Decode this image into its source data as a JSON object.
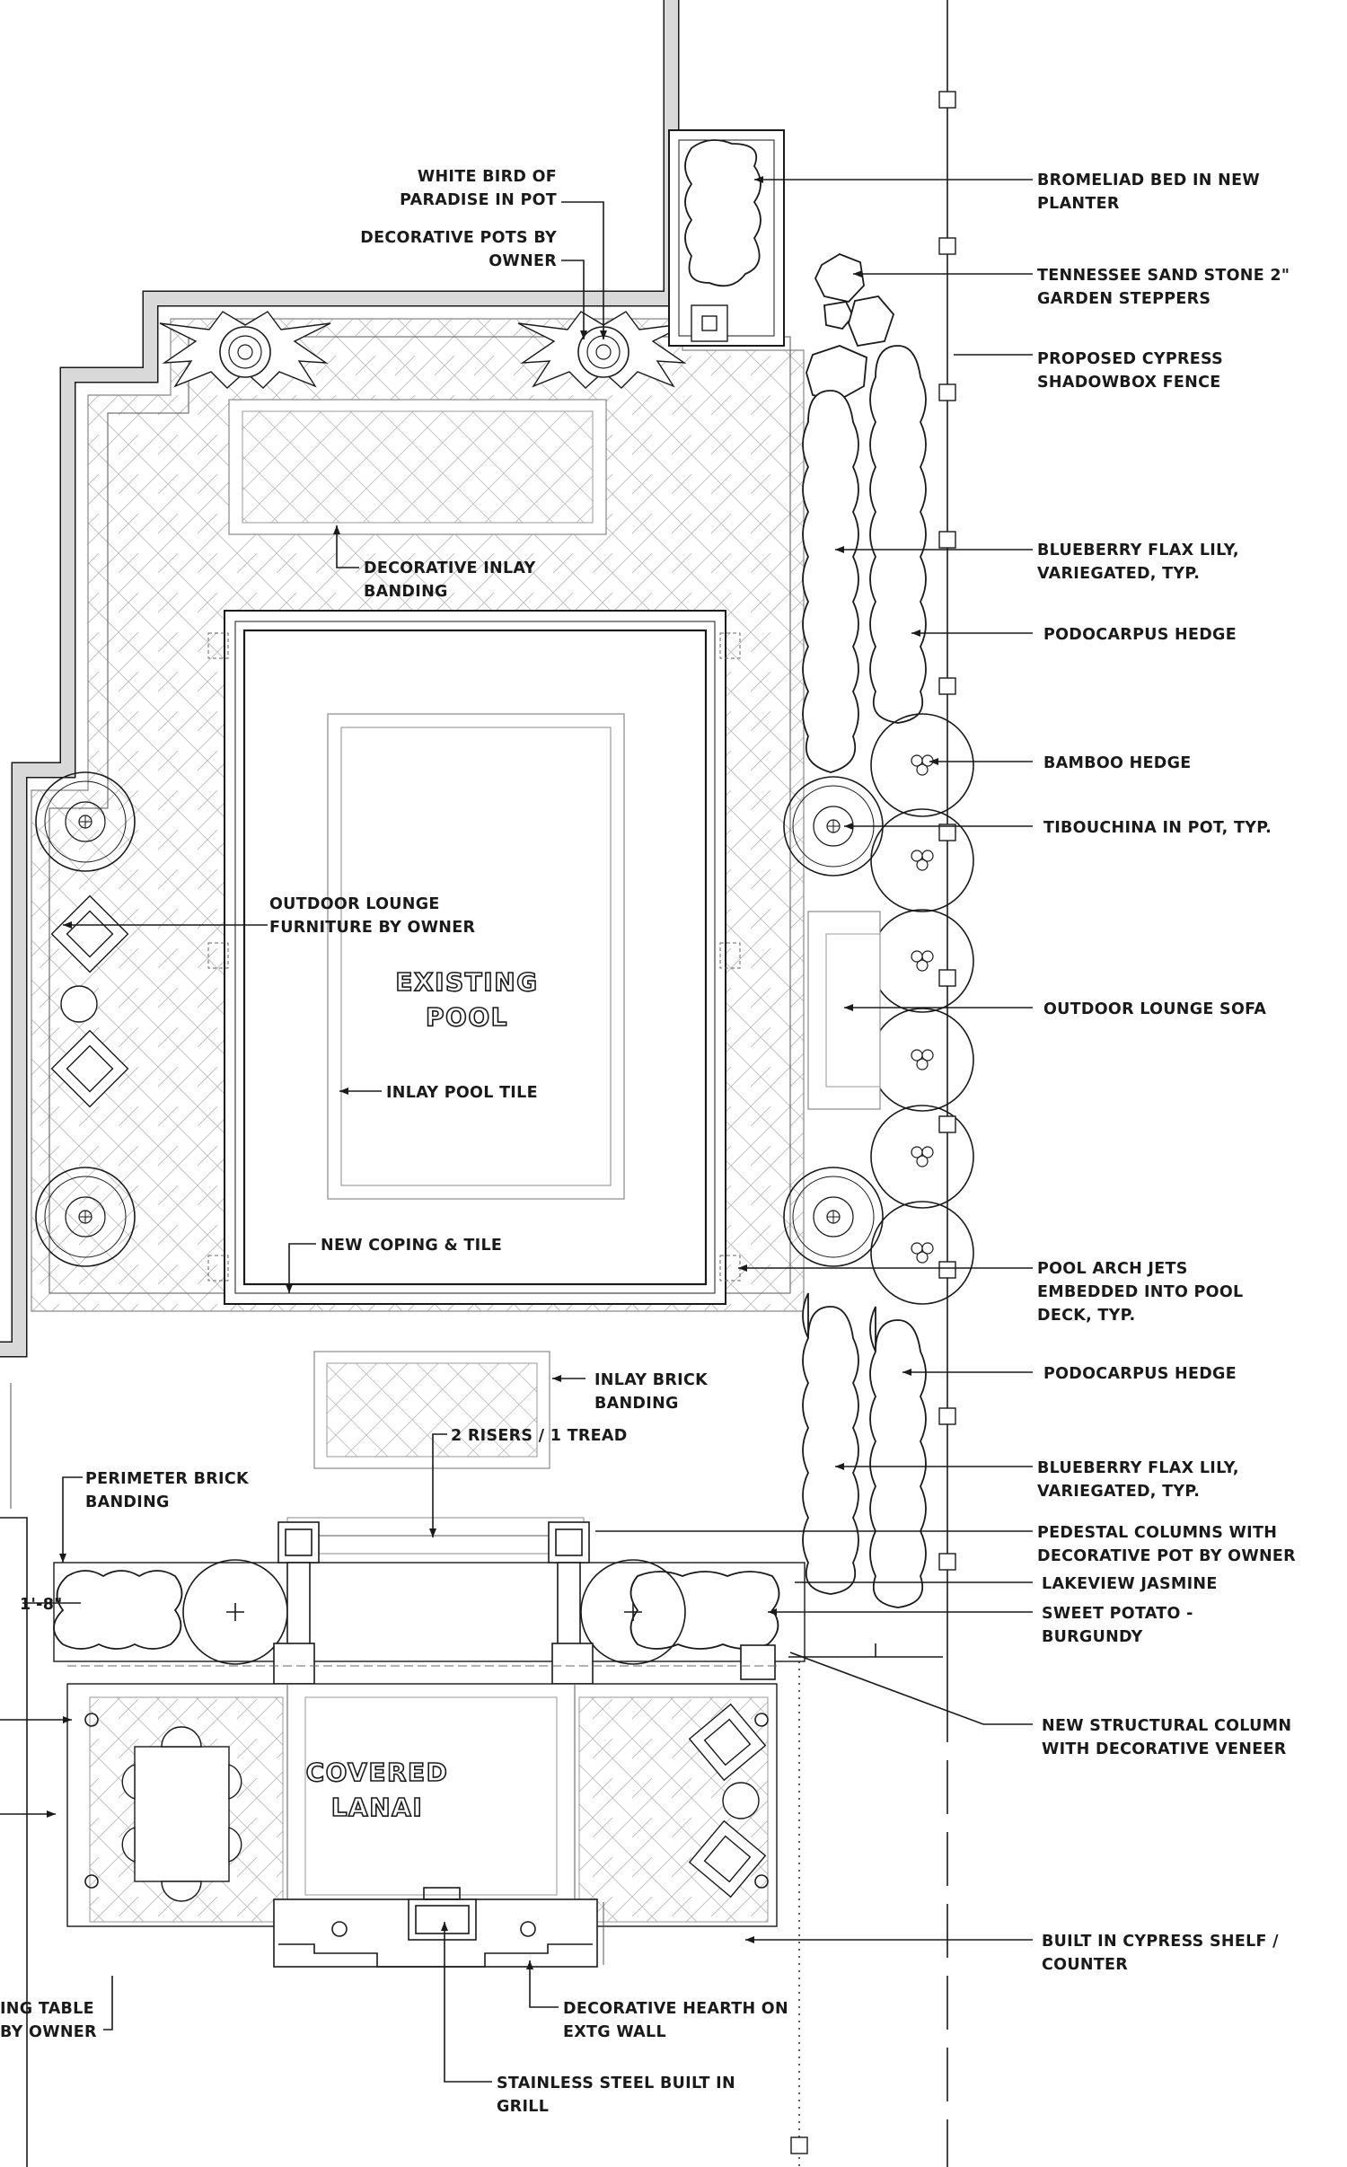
{
  "labels": {
    "bird_of_paradise": [
      "WHITE BIRD OF",
      "PARADISE IN POT"
    ],
    "decorative_pots": [
      "DECORATIVE POTS BY",
      "OWNER"
    ],
    "bromeliad": [
      "BROMELIAD BED IN NEW",
      "PLANTER"
    ],
    "tennessee": [
      "TENNESSEE SAND STONE 2\"",
      "GARDEN STEPPERS"
    ],
    "cypress_fence": [
      "PROPOSED CYPRESS",
      "SHADOWBOX FENCE"
    ],
    "flax_lily_top": [
      "BLUEBERRY FLAX LILY,",
      "VARIEGATED, TYP."
    ],
    "podocarpus_top": [
      "PODOCARPUS HEDGE"
    ],
    "decorative_inlay": [
      "DECORATIVE INLAY",
      "BANDING"
    ],
    "bamboo": [
      "BAMBOO HEDGE"
    ],
    "tibouchina": [
      "TIBOUCHINA IN POT, TYP."
    ],
    "lounge_furniture": [
      "OUTDOOR LOUNGE",
      "FURNITURE BY OWNER"
    ],
    "lounge_sofa": [
      "OUTDOOR LOUNGE SOFA"
    ],
    "inlay_tile": [
      "INLAY POOL TILE"
    ],
    "new_coping": [
      "NEW COPING & TILE"
    ],
    "arch_jets": [
      "POOL ARCH JETS",
      "EMBEDDED INTO POOL",
      "DECK, TYP."
    ],
    "podocarpus_bottom": [
      "PODOCARPUS HEDGE"
    ],
    "inlay_brick": [
      "INLAY BRICK",
      "BANDING"
    ],
    "risers": [
      "2 RISERS / 1 TREAD"
    ],
    "perimeter_brick": [
      "PERIMETER BRICK",
      "BANDING"
    ],
    "flax_lily_bottom": [
      "BLUEBERRY FLAX LILY,",
      "VARIEGATED, TYP."
    ],
    "pedestal_columns": [
      "PEDESTAL COLUMNS WITH",
      "DECORATIVE POT BY OWNER"
    ],
    "jasmine": [
      "LAKEVIEW JASMINE"
    ],
    "sweet_potato": [
      "SWEET POTATO -",
      "BURGUNDY"
    ],
    "dimension": [
      "1'-8\""
    ],
    "structural_column": [
      "NEW STRUCTURAL COLUMN",
      "WITH DECORATIVE VENEER"
    ],
    "cypress_shelf": [
      "BUILT IN CYPRESS SHELF /",
      "COUNTER"
    ],
    "dining_table": [
      "ING TABLE",
      "BY OWNER"
    ],
    "hearth": [
      "DECORATIVE HEARTH ON",
      "EXTG WALL"
    ],
    "grill": [
      "STAINLESS STEEL BUILT IN",
      "GRILL"
    ],
    "existing_pool": [
      "EXISTING",
      "POOL"
    ],
    "covered_lanai": [
      "COVERED",
      "LANAI"
    ]
  },
  "colors": {
    "line": "#1a1a1a",
    "paving": "#b4b4b4",
    "background": "#ffffff"
  }
}
